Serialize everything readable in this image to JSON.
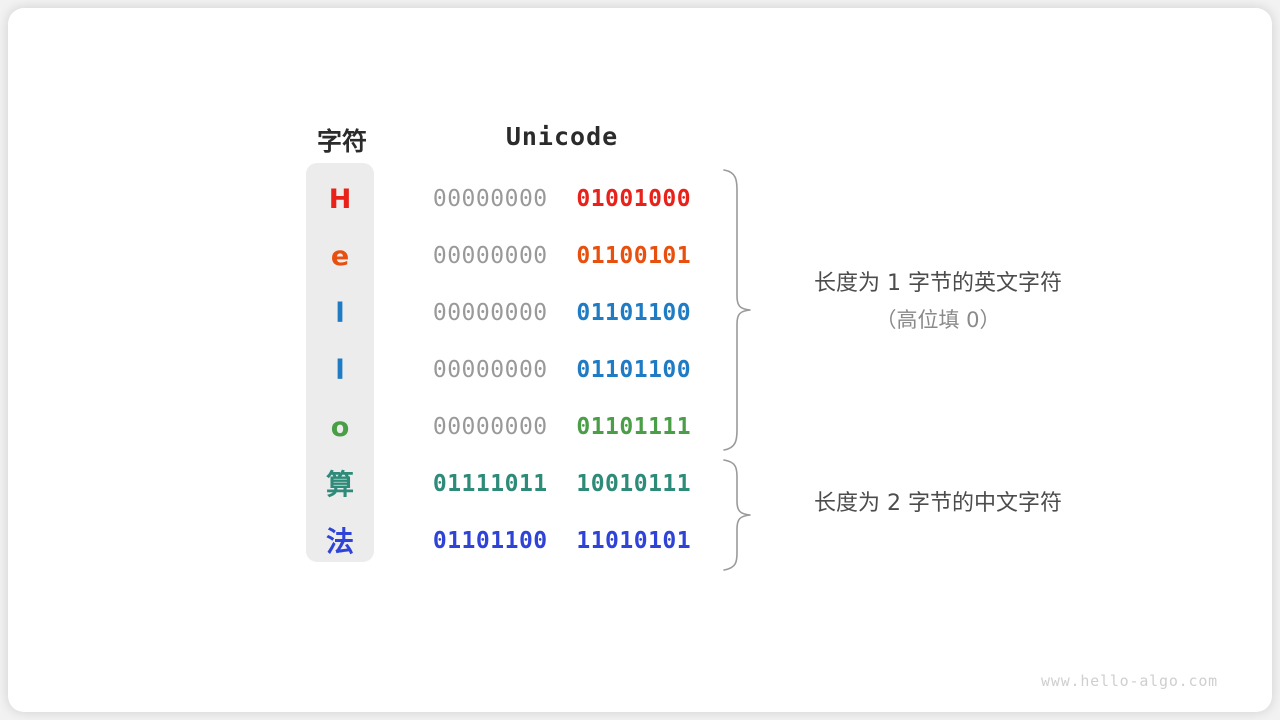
{
  "figure": {
    "title_columns": {
      "character": "字符",
      "unicode": "Unicode"
    },
    "rows": [
      {
        "char": "H",
        "char_color": "#e8221a",
        "high_byte": "00000000",
        "low_byte": "01001000",
        "high_filled": false,
        "bytes": 1,
        "group": "english"
      },
      {
        "char": "e",
        "char_color": "#e8500f",
        "high_byte": "00000000",
        "low_byte": "01100101",
        "high_filled": false,
        "bytes": 1,
        "group": "english"
      },
      {
        "char": "l",
        "char_color": "#1f7bc4",
        "high_byte": "00000000",
        "low_byte": "01101100",
        "high_filled": false,
        "bytes": 1,
        "group": "english"
      },
      {
        "char": "l",
        "char_color": "#1f7bc4",
        "high_byte": "00000000",
        "low_byte": "01101100",
        "high_filled": false,
        "bytes": 1,
        "group": "english"
      },
      {
        "char": "o",
        "char_color": "#4a9e47",
        "high_byte": "00000000",
        "low_byte": "01101111",
        "high_filled": false,
        "bytes": 1,
        "group": "english"
      },
      {
        "char": "算",
        "char_color": "#2e8b79",
        "high_byte": "01111011",
        "low_byte": "10010111",
        "high_filled": true,
        "bytes": 2,
        "group": "chinese"
      },
      {
        "char": "法",
        "char_color": "#2f43d8",
        "high_byte": "01101100",
        "low_byte": "11010101",
        "high_filled": true,
        "bytes": 2,
        "group": "chinese"
      }
    ],
    "annotations": {
      "english": {
        "main": "长度为 1 字节的英文字符",
        "sub": "（高位填 0）"
      },
      "chinese": {
        "main": "长度为 2 字节的中文字符",
        "sub": ""
      }
    },
    "watermark": "www.hello-algo.com",
    "colors": {
      "char_column_background": "#ececec",
      "high_byte_gray": "#999999",
      "brace_stroke": "#9a9a9a",
      "annotation_text": "#4c4c4c",
      "annotation_sub_text": "#8a8a8a",
      "card_background": "#ffffff",
      "page_background": "#f2f2f2"
    }
  }
}
